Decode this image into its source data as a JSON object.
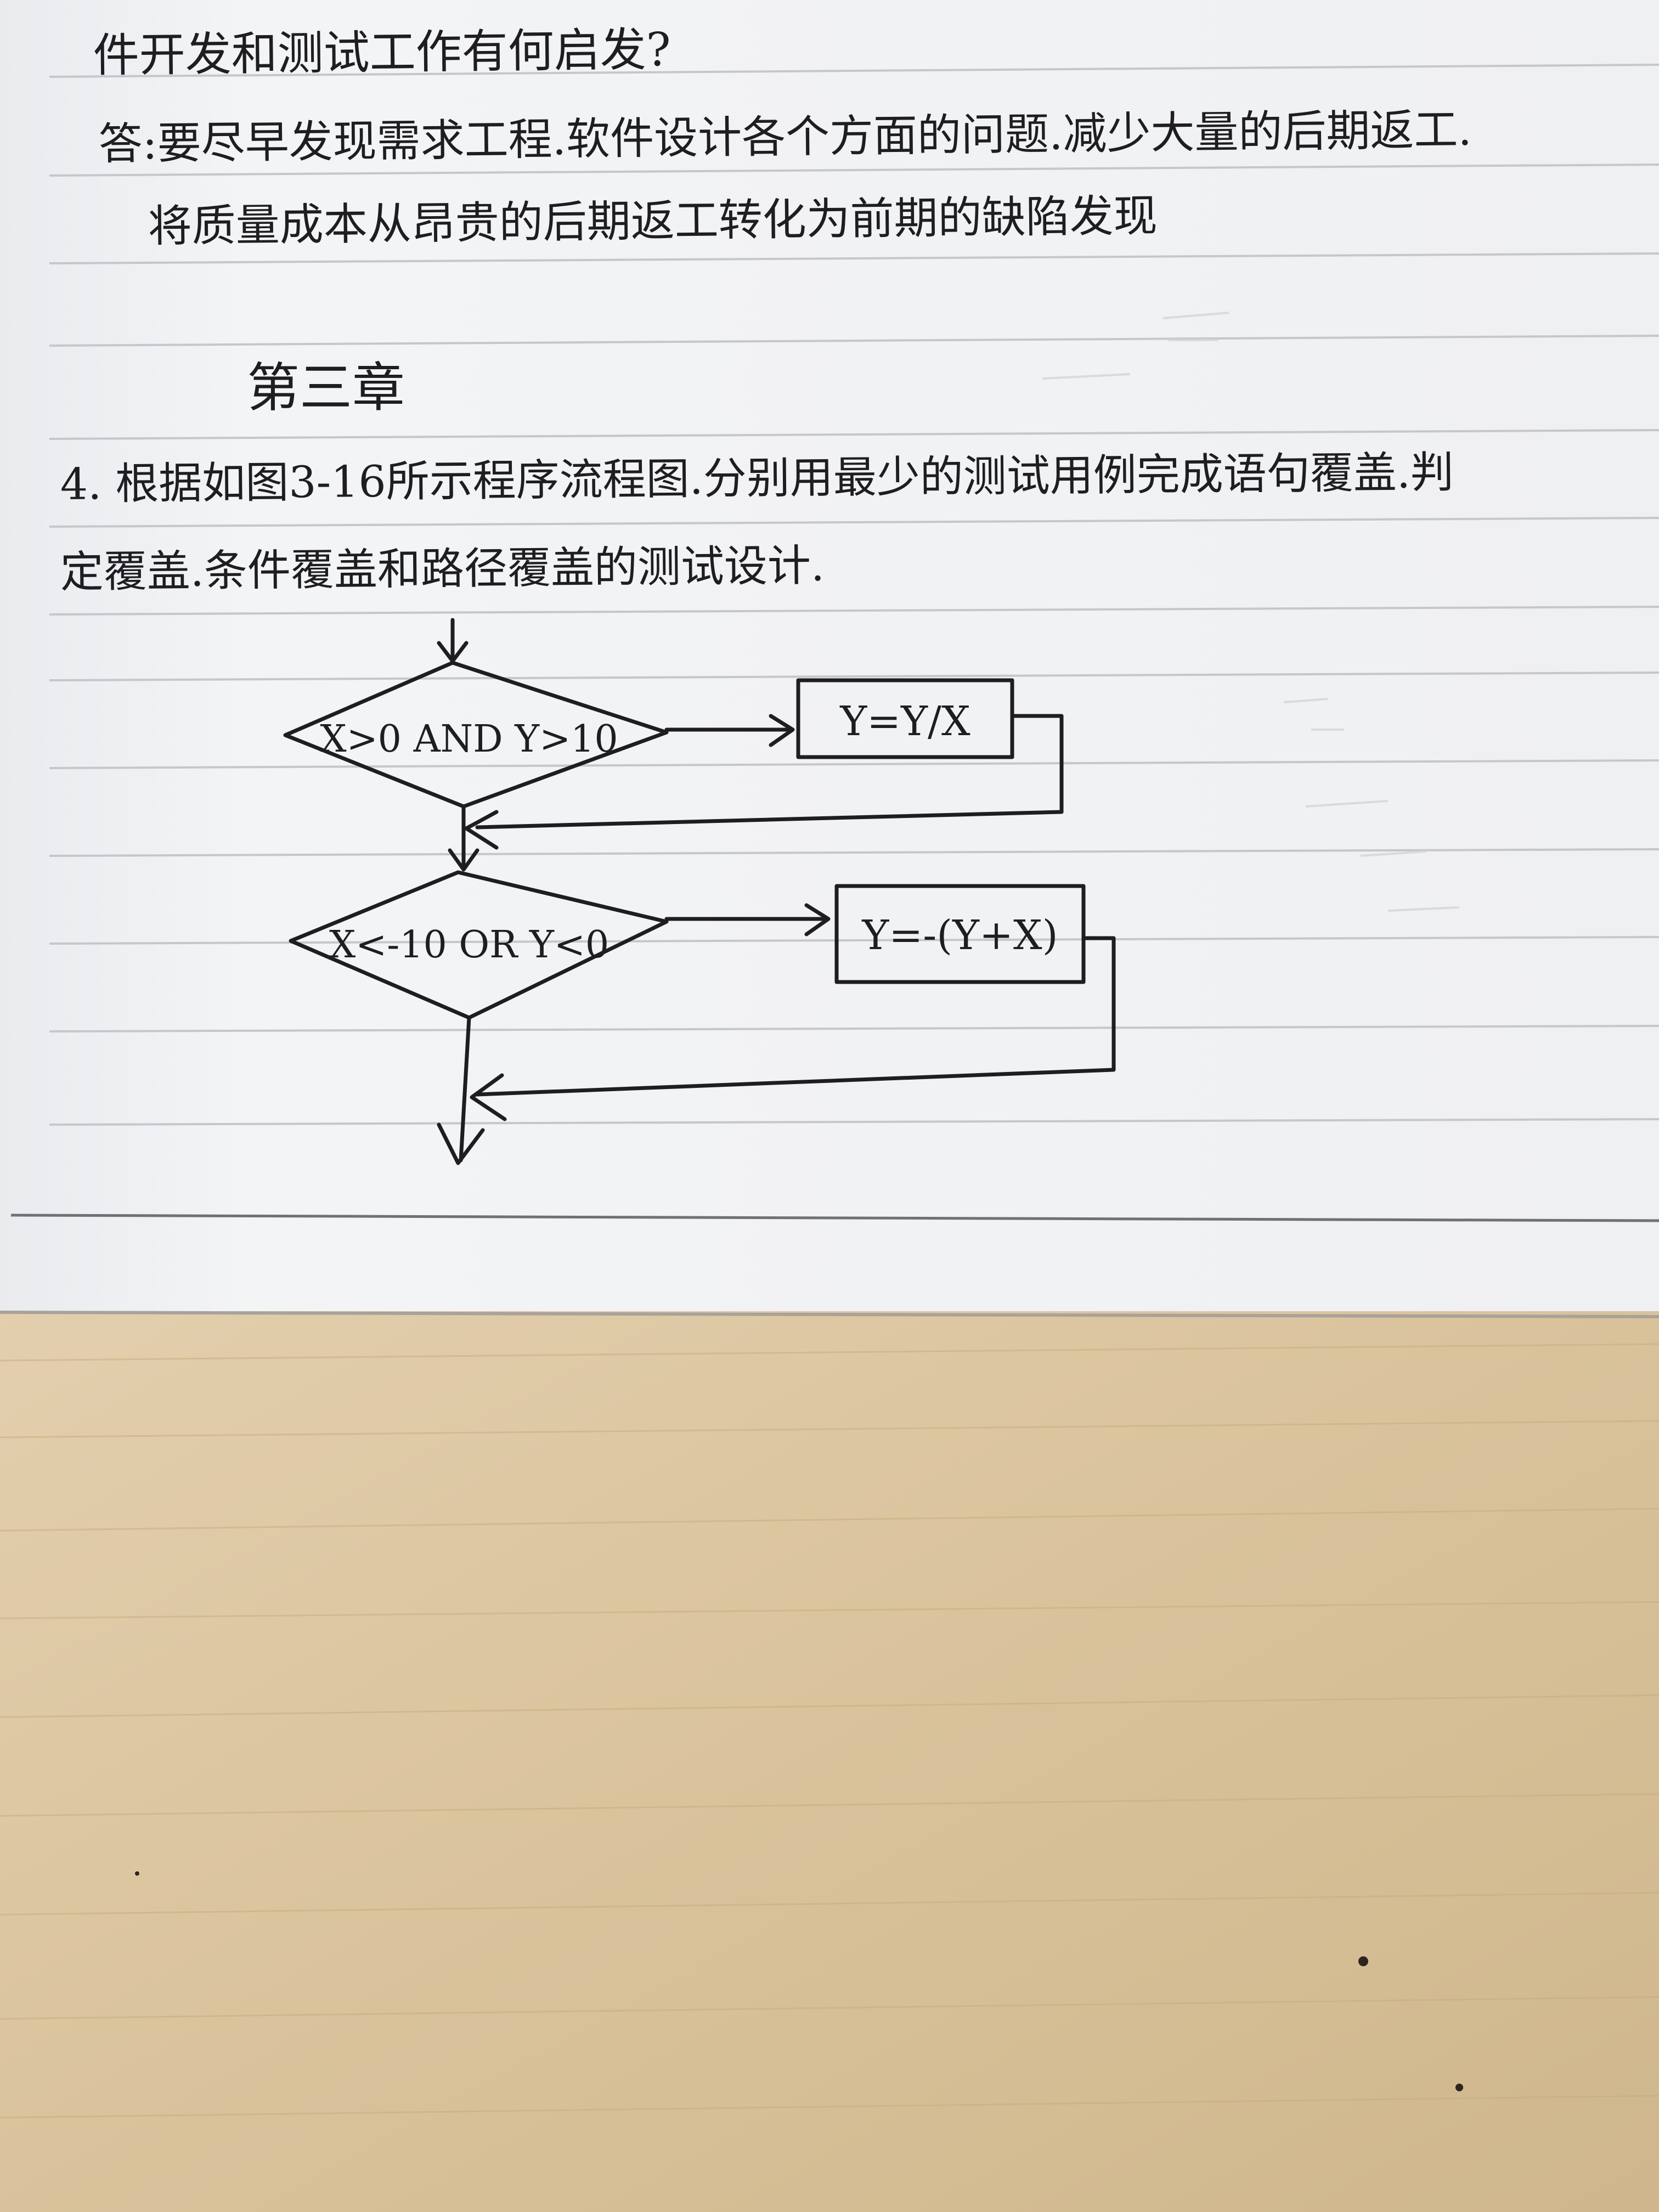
{
  "notebook": {
    "paper_color": "#f3f4f6",
    "rule_color": "#c4c7cc",
    "ink_color": "#1e1e22",
    "desk_color": "#dcc6a0",
    "lines": [
      {
        "id": "question-tail",
        "text": "件开发和测试工作有何启发?"
      },
      {
        "id": "answer-line-1",
        "text": "答:要尽早发现需求工程.软件设计各个方面的问题.减少大量的后期返工."
      },
      {
        "id": "answer-line-2",
        "text": "将质量成本从昂贵的后期返工转化为前期的缺陷发现"
      },
      {
        "id": "chapter-heading",
        "text": "第三章"
      },
      {
        "id": "exercise-line-1",
        "text": "4. 根据如图3-16所示程序流程图.分别用最少的测试用例完成语句覆盖.判"
      },
      {
        "id": "exercise-line-2",
        "text": "定覆盖.条件覆盖和路径覆盖的测试设计."
      }
    ]
  },
  "flowchart": {
    "decision_1": "X>0 AND Y>10",
    "process_1": "Y=Y/X",
    "decision_2": "X<-10 OR Y<0",
    "process_2": "Y=-(Y+X)"
  }
}
